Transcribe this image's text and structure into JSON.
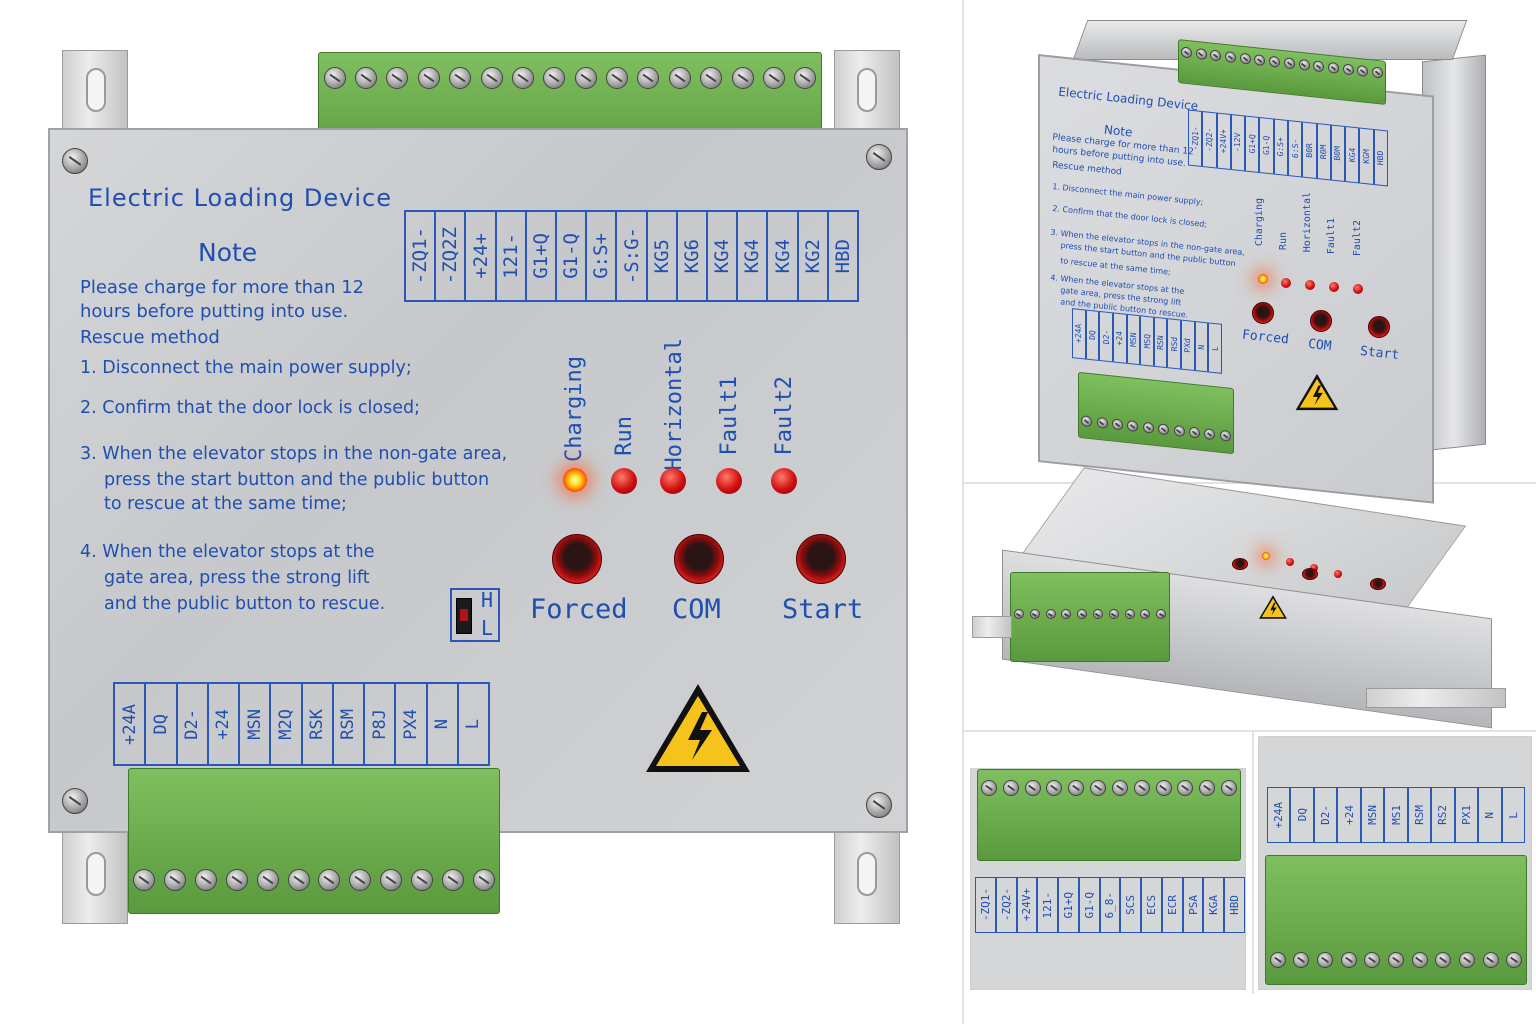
{
  "device": {
    "title": "Electric Loading Device",
    "note_heading": "Note",
    "note_lines": [
      "Please charge for more than 12",
      "hours before putting into use."
    ],
    "rescue_heading": "Rescue method",
    "steps": [
      "1. Disconnect the main power supply;",
      "2. Confirm that the door lock is closed;",
      "3. When the elevator stops in the non-gate area,",
      "press the start button and the public button",
      "to rescue at the same time;",
      "4. When the elevator stops at the",
      "gate area, press the strong lift",
      "and the public button to rescue."
    ],
    "top_terminals": [
      "-ZQ1-",
      "-ZQ2Z",
      "+24+",
      "121-",
      "G1+Q",
      "G1-Q",
      "G:S+",
      "-S:G-",
      "KG5",
      "KG6",
      "KG4",
      "KG4",
      "KG4",
      "KG2",
      "HBD"
    ],
    "bottom_terminals": [
      "+24A",
      "DQ",
      "D2-",
      "+24",
      "MSN",
      "M2Q",
      "RSK",
      "RSM",
      "P8J",
      "PX4",
      "N",
      "L"
    ],
    "indicators": [
      {
        "label": "Charging",
        "state": "on"
      },
      {
        "label": "Run",
        "state": "red"
      },
      {
        "label": "Horizontal",
        "state": "red"
      },
      {
        "label": "Fault1",
        "state": "red"
      },
      {
        "label": "Fault2",
        "state": "red"
      }
    ],
    "buttons": [
      "Forced",
      "COM",
      "Start"
    ],
    "switch_labels": {
      "high": "H",
      "low": "L"
    },
    "colors": {
      "text": "#1f4fb0",
      "terminal": "#6aad4b",
      "plate": "#cfd1d3",
      "led": "#d10f0f"
    }
  },
  "view_top_right": {
    "title": "Electric Loading Device",
    "note_heading": "Note",
    "note_lines": [
      "Please charge for more than 12",
      "hours before putting into use.",
      "Rescue method"
    ],
    "steps": [
      "1. Disconnect the main power supply;",
      "2. Confirm that the door lock is closed;",
      "3. When the elevator stops in the non-gate area,",
      "press the start button and the public button",
      "to rescue at the same time;",
      "4. When the elevator stops at the",
      "gate area, press the strong lift",
      "and the public button to rescue."
    ],
    "top_terminals": [
      "-ZQ1-",
      "-ZQ2-",
      "+24V+",
      "-12V",
      "G1+Q",
      "G1-Q",
      "G:S+",
      "6:S-",
      "B0R",
      "R0M",
      "B0M",
      "KG4",
      "KGM",
      "HBD"
    ],
    "bottom_terminals": [
      "+24A",
      "DQ",
      "D2-",
      "+24",
      "MSN",
      "MSQ",
      "RSN",
      "RSd",
      "PXd",
      "N",
      "L"
    ],
    "indicators": [
      "Charging",
      "Run",
      "Horizontal",
      "Fault1",
      "Fault2"
    ],
    "buttons": [
      "Forced",
      "COM",
      "Start"
    ]
  },
  "view_bottom_left": {
    "terminals": [
      "-ZQ1-",
      "-ZQ2-",
      "+24V+",
      "121-",
      "G1+Q",
      "G1-Q",
      "6_8-",
      "SCS",
      "ECS",
      "ECR",
      "PSA",
      "KGA",
      "HBD"
    ]
  },
  "view_bottom_right": {
    "terminals": [
      "+24A",
      "DQ",
      "D2-",
      "+24",
      "MSN",
      "MS1",
      "RSM",
      "RS2",
      "PX1",
      "N",
      "L"
    ]
  }
}
